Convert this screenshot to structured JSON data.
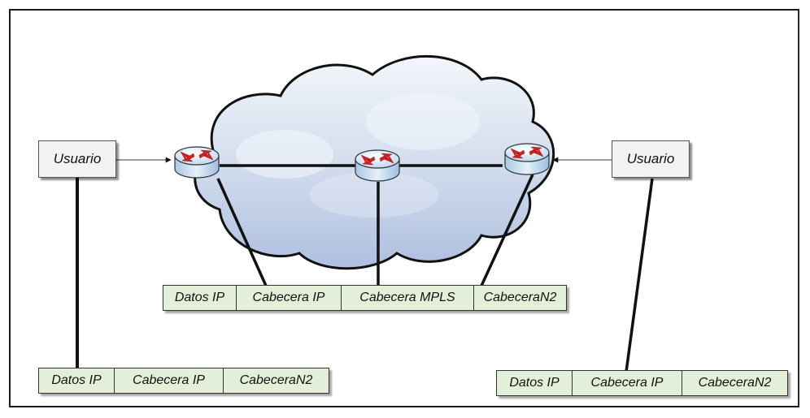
{
  "user_left": {
    "label": "Usuario"
  },
  "user_right": {
    "label": "Usuario"
  },
  "core_packet": {
    "fields": [
      "Datos IP",
      "Cabecera IP",
      "Cabecera MPLS",
      "CabeceraN2"
    ]
  },
  "left_packet": {
    "fields": [
      "Datos IP",
      "Cabecera IP",
      "CabeceraN2"
    ]
  },
  "right_packet": {
    "fields": [
      "Datos IP",
      "Cabecera IP",
      "CabeceraN2"
    ]
  },
  "colors": {
    "cloud_fill": "#c9d6ec",
    "field_fill": "#e3efd9",
    "router_fill": "#cfe3f3",
    "router_arrows": "#d42020"
  },
  "icons": {
    "router": "router-icon",
    "cloud": "network-cloud-icon"
  }
}
